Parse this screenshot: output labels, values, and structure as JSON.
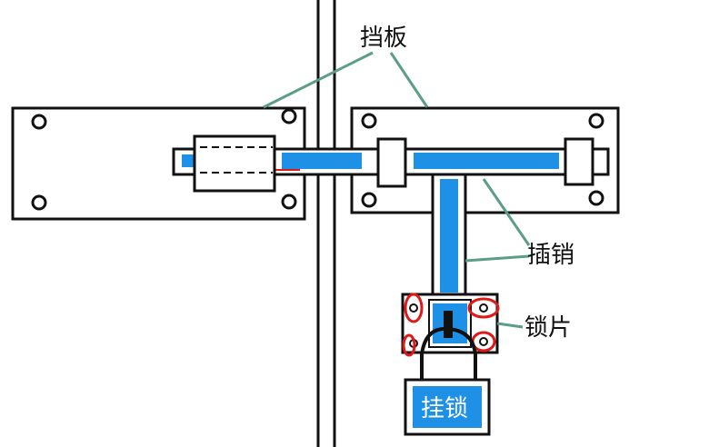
{
  "labels": {
    "baffle": "挡板",
    "bolt": "插销",
    "lock_plate": "锁片",
    "padlock": "挂锁"
  },
  "colors": {
    "outline": "#111111",
    "bolt_fill": "#1e90e6",
    "leader_line": "#5a9e8a",
    "red_mark": "#e01818",
    "padlock_fill": "#1e90e6"
  }
}
